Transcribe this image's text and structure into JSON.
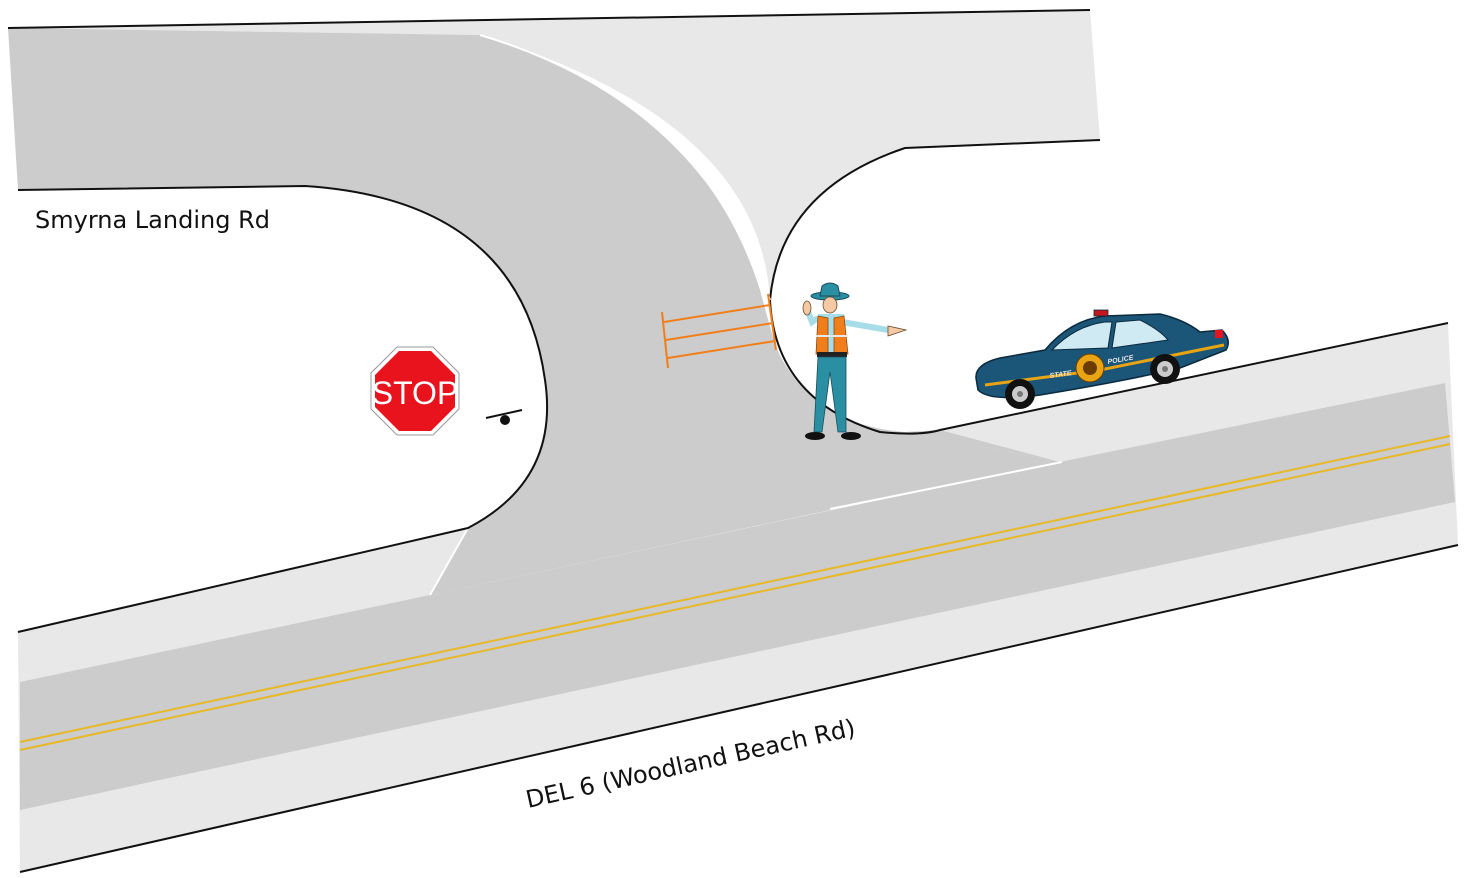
{
  "labels": {
    "side_road": "Smyrna  Landing  Rd",
    "main_road": "DEL  6  (Woodland  Beach  Rd)"
  },
  "stop_sign": {
    "text": "STOP",
    "color": "#e8131c"
  },
  "police_car": {
    "decal_left": "STATE",
    "decal_right": "POLICE",
    "body_color": "#1b5578",
    "stripe_color": "#e8a413"
  },
  "flagger": {
    "role": "state-police-officer",
    "vest_color": "#f07f1b",
    "shirt_color": "#a7dde8",
    "pants_color": "#2b8fa3"
  },
  "barricade": {
    "color": "#f07f1b"
  },
  "colors": {
    "pavement": "#cccccc",
    "shoulder": "#e8e8e8",
    "centerline": "#e8b825",
    "edge_line": "#111111"
  }
}
